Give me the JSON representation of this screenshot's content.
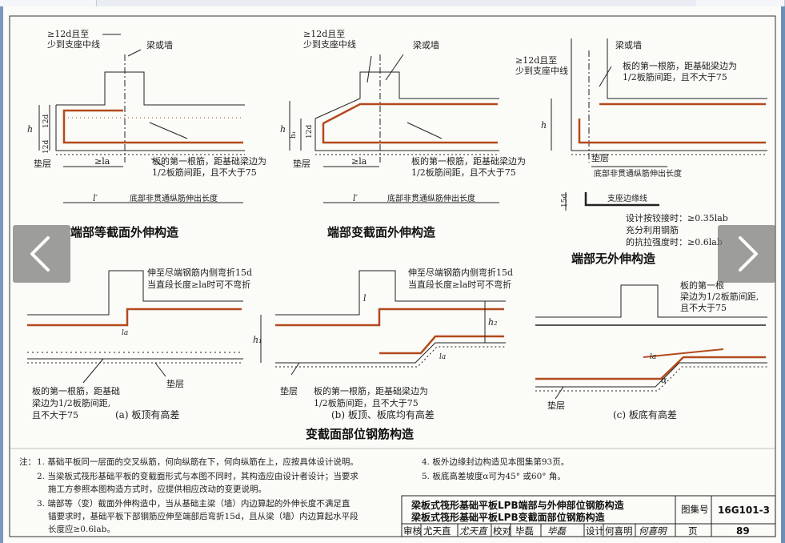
{
  "title_block": {
    "title_line1": "梁板式筏形基础平板LPB端部与外伸部位钢筋构造",
    "title_line2": "梁板式筏形基础平板LPB变截面部位钢筋构造",
    "atlas_label": "图集号",
    "atlas_no": "16G101-3",
    "review_label": "审核",
    "reviewer": "尤天直",
    "reviewer_sign": "尤天直",
    "check_label": "校对",
    "checker": "毕磊",
    "checker_sign": "毕磊",
    "design_label": "设计",
    "designer": "何喜明",
    "designer_sign": "何喜明",
    "page_label": "页",
    "page_no": "89"
  },
  "captions": {
    "end_equal": "端部等截面外伸构造",
    "end_variable": "端部变截面外伸构造",
    "end_no_overhang": "端部无外伸构造",
    "variable_section": "变截面部位钢筋构造",
    "sub_a": "(a)  板顶有高差",
    "sub_b": "(b)  板顶、板底均有高差",
    "sub_c": "(c)  板底有高差"
  },
  "labels": {
    "beam_or_wall": "梁或墙",
    "ge12d_1": "≥12d且至",
    "ge12d_2": "少到支座中线",
    "first_bar_1": "板的第一根筋，距基础梁边为",
    "first_bar_2": "1/2板筋间距，且不大于75",
    "first_bar_c1": "板的第一根",
    "first_bar_c2": "梁边为1/2板筋间距,",
    "first_bar_c3": "且不大于75",
    "first_bar_a1": "板的第一根筋，距基础",
    "first_bar_a2": "梁边为1/2板筋间距,",
    "first_bar_a3": "且不大于75",
    "cushion": "垫层",
    "bottom_ext": "底部非贯通纵筋伸出长度",
    "support_edge": "支座边缘线",
    "hinge_1": "设计按铰接时：≥0.35lab",
    "hinge_2": "充分利用钢筋",
    "hinge_3": "的抗拉强度时：≥0.6lab",
    "bend_1": "伸至尽端钢筋内侧弯折15d",
    "bend_2": "当直段长度≥la时可不弯折",
    "dim_h": "h",
    "dim_h1": "h₁",
    "dim_h2": "h₂",
    "dim_12d": "12d",
    "dim_15d": "15d",
    "dim_la": "≥la",
    "dim_lprime": "l′",
    "dim_l": "l",
    "dim_la_small": "la",
    "dim_alpha": "α"
  },
  "notes": {
    "head": "注：",
    "n1": "1. 基础平板同一层面的交叉纵筋，何向纵筋在下，何向纵筋在上，应按具体设计说明。",
    "n2a": "2. 当梁板式筏形基础平板的变截面形式与本图不同时，其构造应由设计者设计；当要求",
    "n2b": "施工方参照本图构造方式时，应提供相应改动的变更说明。",
    "n3a": "3. 端部等（变）截面外伸构造中，当从基础主梁（墙）内边算起的外伸长度不满足直",
    "n3b": "锚要求时，基础平板下部钢筋应伸至端部后弯折15d，且从梁（墙）内边算起水平段",
    "n3c": "长度应≥0.6lab。",
    "n4": "4. 板外边缘封边构造见本图集第93页。",
    "n5": "5. 板底高差坡度α可为45° 或60° 角。"
  },
  "nav": {
    "prev_icon": "chevron-left-icon",
    "next_icon": "chevron-right-icon"
  },
  "colors": {
    "rebar": "#b34a1c",
    "line": "#222222",
    "nav": "#787878"
  }
}
